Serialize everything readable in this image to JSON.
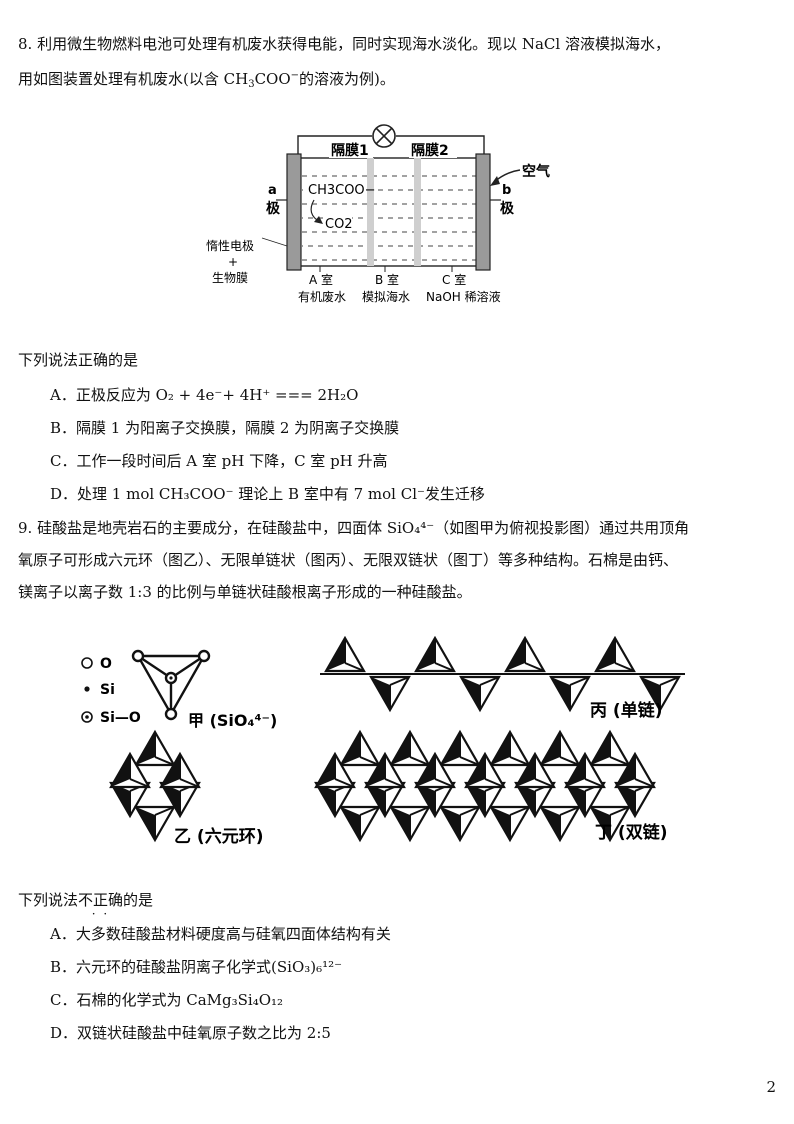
{
  "q8": {
    "stem_line1": "8. 利用微生物燃料电池可处理有机废水获得电能，同时实现海水淡化。现以 NaCl 溶液模拟海水，",
    "stem_line2_a": "用如图装置处理有机废水(以含 CH",
    "stem_line2_sub": "3",
    "stem_line2_b": "COO",
    "stem_line2_sup": "−",
    "stem_line2_c": "的溶液为例)。",
    "diagram": {
      "membrane1": "隔膜1",
      "membrane2": "隔膜2",
      "air": "空气",
      "electrode_a_top": "a",
      "electrode_a_bottom": "极",
      "electrode_b_top": "b",
      "electrode_b_bottom": "极",
      "reactant": "CH3COO−",
      "product": "CO2",
      "inert_l1": "惰性电极",
      "inert_l2": "+",
      "inert_l3": "生物膜",
      "room_a": "A 室",
      "room_b": "B 室",
      "room_c": "C 室",
      "room_a_desc": "有机废水",
      "room_b_desc": "模拟海水",
      "room_c_desc": "NaOH 稀溶液"
    },
    "prompt": "下列说法正确的是",
    "options": {
      "A": "A．正极反应为 O₂ + 4e⁻+ 4H⁺ === 2H₂O",
      "B": "B．隔膜 1 为阳离子交换膜，隔膜 2 为阴离子交换膜",
      "C": "C．工作一段时间后 A 室 pH 下降，C 室 pH 升高",
      "D": "D．处理 1 mol CH₃COO⁻ 理论上 B 室中有 7 mol Cl⁻发生迁移"
    }
  },
  "q9": {
    "stem_line1": "9. 硅酸盐是地壳岩石的主要成分，在硅酸盐中，四面体 SiO₄⁴⁻（如图甲为俯视投影图）通过共用顶角",
    "stem_line2": "氧原子可形成六元环（图乙）、无限单链状（图丙）、无限双链状（图丁）等多种结构。石棉是由钙、",
    "stem_line3": "镁离子以离子数 1:3 的比例与单链状硅酸根离子形成的一种硅酸盐。",
    "figure": {
      "legend_o": "O",
      "legend_si": "Si",
      "legend_sio": "Si—O",
      "label_jia": "甲 (SiO₄⁴⁻)",
      "label_bing": "丙 (单链)",
      "label_yi": "乙 (六元环)",
      "label_ding": "丁 (双链)"
    },
    "prompt_pre": "下列说法",
    "prompt_emph": "不正确",
    "prompt_post": "的是",
    "options": {
      "A": "A．大多数硅酸盐材料硬度高与硅氧四面体结构有关",
      "B": "B．六元环的硅酸盐阴离子化学式(SiO₃)₆¹²⁻",
      "C": "C．石棉的化学式为 CaMg₃Si₄O₁₂",
      "D": "D．双链状硅酸盐中硅氧原子数之比为 2:5"
    }
  },
  "page_number": "2"
}
